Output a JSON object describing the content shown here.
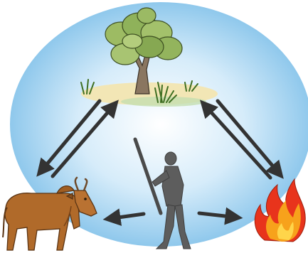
{
  "diagram": {
    "kind": "savanna-interaction-cycle",
    "nodes": [
      {
        "id": "savanna",
        "icon": "tree-grass-savanna"
      },
      {
        "id": "cattle",
        "icon": "zebu-cattle"
      },
      {
        "id": "fire",
        "icon": "fire-flames"
      },
      {
        "id": "herder",
        "icon": "herder-with-stick"
      }
    ],
    "edges": [
      {
        "from": "savanna",
        "to": "cattle"
      },
      {
        "from": "cattle",
        "to": "savanna"
      },
      {
        "from": "savanna",
        "to": "fire"
      },
      {
        "from": "fire",
        "to": "savanna"
      },
      {
        "from": "herder",
        "to": "cattle"
      },
      {
        "from": "herder",
        "to": "fire"
      }
    ],
    "colors": {
      "background_glow": "#8fc8ec",
      "arrow": "#333333",
      "cattle": "#b06a2a",
      "fire_outer": "#e8341c",
      "fire_inner": "#f7a21b",
      "herder": "#5d5d5d",
      "tree": "#8fb25a"
    }
  }
}
